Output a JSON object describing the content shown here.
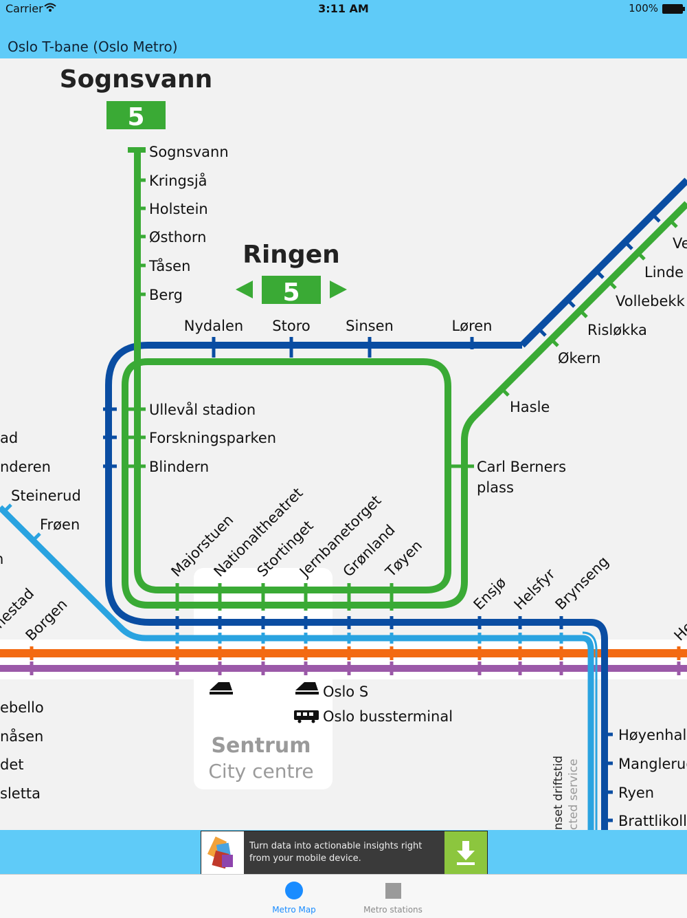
{
  "status": {
    "carrier": "Carrier",
    "time": "3:11 AM",
    "battery": "100%"
  },
  "app": {
    "title": "Oslo T-bane (Oslo Metro)"
  },
  "map": {
    "terminus": {
      "name": "Sognsvann",
      "line": "5"
    },
    "ring": {
      "name": "Ringen",
      "line": "5"
    },
    "stations_north": [
      "Sognsvann",
      "Kringsjå",
      "Holstein",
      "Østhorn",
      "Tåsen",
      "Berg"
    ],
    "stations_ring_top": [
      "Nydalen",
      "Storo",
      "Sinsen",
      "Løren"
    ],
    "stations_ring_left": [
      "Ullevål stadion",
      "Forskningsparken",
      "Blindern"
    ],
    "stations_east": [
      "Ve",
      "Linde",
      "Vollebekk",
      "Risløkka",
      "Økern",
      "Hasle"
    ],
    "carl_berners": [
      "Carl Berners",
      "plass"
    ],
    "stations_center": [
      "Majorstuen",
      "Nationaltheatret",
      "Stortinget",
      "Jernbanetorget",
      "Grønland",
      "Tøyen"
    ],
    "stations_southeast": [
      "Ensjø",
      "Helsfyr",
      "Brynseng"
    ],
    "stations_west": [
      "ad",
      "nderen",
      "Steinerud",
      "Frøen",
      "n"
    ],
    "stations_southwest": [
      "nestad",
      "Borgen"
    ],
    "stations_lower_left": [
      "ebello",
      "nåsen",
      "det",
      "sletta"
    ],
    "stations_lower_right": [
      "Høyenhal",
      "Manglerud",
      "Ryen",
      "Brattlikollen"
    ],
    "edge_right": "He",
    "oslo_s": "Oslo S",
    "bus_terminal": "Oslo bussterminal",
    "sentrum": "Sentrum",
    "city_centre": "City centre",
    "service_note_1": "nset driftstid",
    "service_note_2": "cted service",
    "colors": {
      "line5": "#3aaa35",
      "line_blue": "#0a4da2",
      "line_lightblue": "#2aa3e0",
      "line_orange": "#f36a12",
      "line_purple": "#9b59a8"
    }
  },
  "ad": {
    "text": "Turn data into actionable insights right from your mobile device."
  },
  "tabs": [
    {
      "label": "Metro Map",
      "active": true
    },
    {
      "label": "Metro stations",
      "active": false
    }
  ]
}
